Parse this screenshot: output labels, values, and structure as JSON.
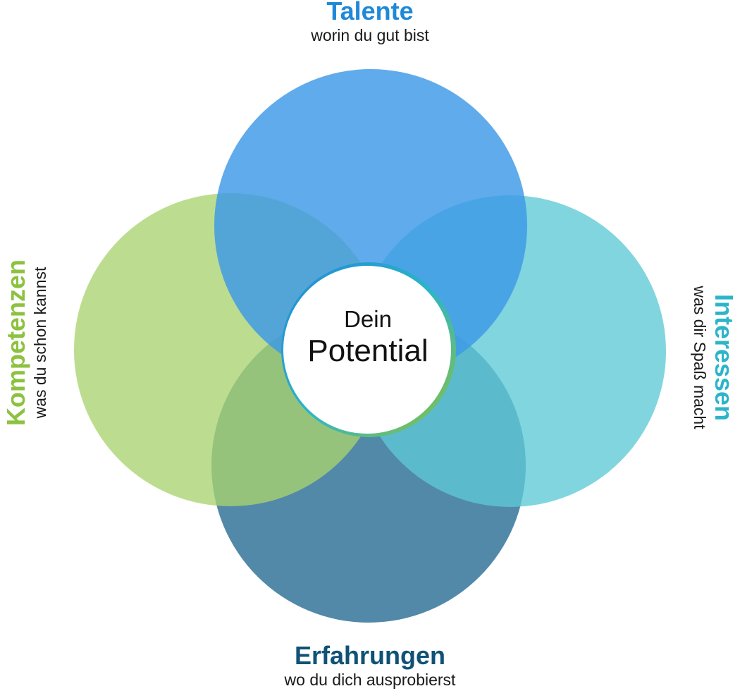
{
  "center": {
    "line1": "Dein",
    "line2": "Potential"
  },
  "circles": {
    "top": {
      "title": "Talente",
      "subtitle": "worin du gut bist",
      "color": "#3d98e6"
    },
    "left": {
      "title": "Kompetenzen",
      "subtitle": "was du schon kannst",
      "color": "#a9d46f"
    },
    "right": {
      "title": "Interessen",
      "subtitle": "was dir Spaß macht",
      "color": "#5ec9d6"
    },
    "bottom": {
      "title": "Erfahrungen",
      "subtitle": "wo du dich ausprobierst",
      "color": "#2d6f95"
    }
  },
  "colors": {
    "talente": "#1f88d8",
    "kompetenzen": "#8cc23f",
    "interessen": "#2cb5c9",
    "erfahrungen": "#0f5276"
  }
}
